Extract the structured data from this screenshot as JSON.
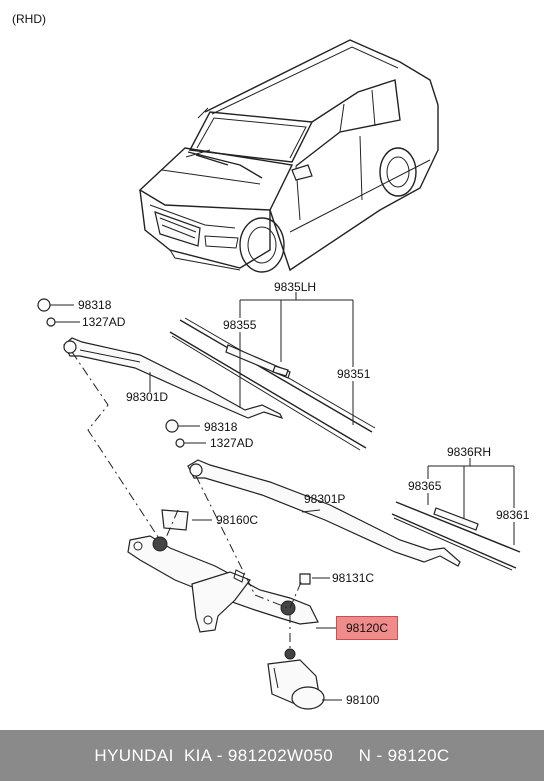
{
  "header": {
    "variant_label": "(RHD)"
  },
  "callouts": {
    "c98318_a": "98318",
    "c1327ad_a": "1327AD",
    "c98301d": "98301D",
    "c9835lh": "9835LH",
    "c98355": "98355",
    "c98351": "98351",
    "c98318_b": "98318",
    "c1327ad_b": "1327AD",
    "c98301p": "98301P",
    "c9836rh": "9836RH",
    "c98365": "98365",
    "c98361": "98361",
    "c98160c": "98160C",
    "c98131c": "98131C",
    "c98120c": "98120C",
    "c98100": "98100"
  },
  "highlight_color": "#f08b8b",
  "footer": {
    "text": "HYUNDAI  KIA - 981202W050     N - 98120C",
    "background": "#8a8a8a"
  }
}
